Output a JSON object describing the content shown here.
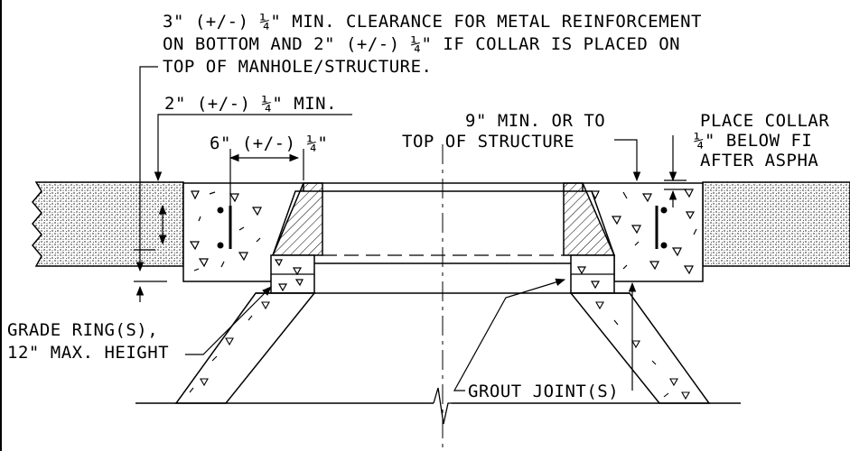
{
  "labels": {
    "clearance_line1": "3\" (+/-) ¼\" MIN. CLEARANCE FOR METAL REINFORCEMENT",
    "clearance_line2": "ON BOTTOM AND 2\" (+/-) ¼\" IF COLLAR IS PLACED ON",
    "clearance_line3": "TOP OF MANHOLE/STRUCTURE.",
    "min_dimension": "2\" (+/-) ¼\" MIN.",
    "collar_width": "6\" (+/-) ¼\"",
    "nine_min_line1": "9\" MIN. OR TO",
    "nine_min_line2": "TOP OF STRUCTURE",
    "place_collar_line1": "PLACE COLLAR",
    "place_collar_line2": "¼\" BELOW FI",
    "place_collar_line3": "AFTER ASPHA",
    "grade_ring_line1": "GRADE RING(S),",
    "grade_ring_line2": "12\" MAX. HEIGHT",
    "grout_joint": "GROUT JOINT(S)"
  },
  "colors": {
    "line": "#000000",
    "background": "#ffffff",
    "asphalt_dots": "#000000"
  }
}
